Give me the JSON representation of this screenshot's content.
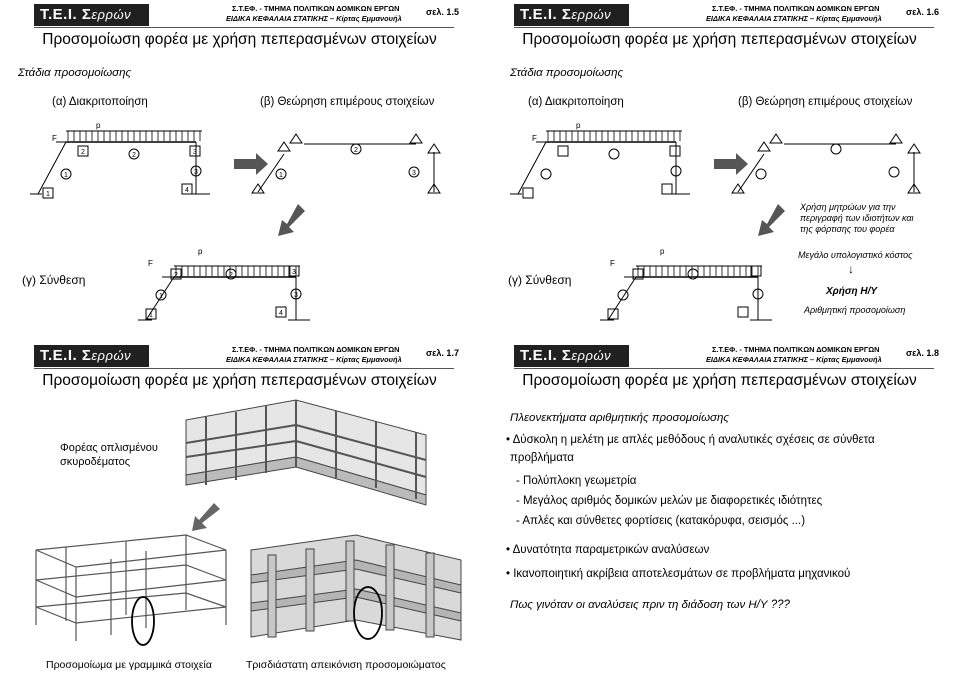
{
  "header": {
    "logo_main": "T.E.I. Σ",
    "logo_sub": "ερρών",
    "dept_line": "Σ.Τ.ΕΦ. - ΤΜΗΜΑ ΠΟΛΙΤΙΚΩΝ ΔΟΜΙΚΩΝ ΕΡΓΩΝ",
    "course_line": "ΕΙΔΙΚΑ ΚΕΦΑΛΑΙΑ ΣΤΑΤΙΚΗΣ – Κίρτας Εμμανουήλ"
  },
  "slides": [
    {
      "page": "σελ. 1.5",
      "title": "Προσομοίωση φορέα με χρήση πεπερασμένων στοιχείων",
      "subtitle": "Στάδια προσομοίωσης",
      "stage_a": "(α) Διακριτοποίηση",
      "stage_b": "(β) Θεώρηση επιμέρους στοιχείων",
      "stage_c": "(γ) Σύνθεση"
    },
    {
      "page": "σελ. 1.6",
      "title": "Προσομοίωση φορέα με χρήση πεπερασμένων στοιχείων",
      "subtitle": "Στάδια προσομοίωσης",
      "stage_a": "(α) Διακριτοποίηση",
      "stage_b": "(β) Θεώρηση επιμέρους στοιχείων",
      "stage_c": "(γ) Σύνθεση",
      "note_1": "Χρήση μητρώων για την",
      "note_2": "περιγραφή των ιδιοτήτων και",
      "note_3": "της φόρτισης του φορέα",
      "cost": "Μεγάλο υπολογιστικό κόστος",
      "computer": "Χρήση Η/Υ",
      "numerical": "Αριθμητική προσομοίωση"
    },
    {
      "page": "σελ. 1.7",
      "title": "Προσομοίωση φορέα με χρήση πεπερασμένων στοιχείων",
      "rc_1": "Φορέας οπλισμένου",
      "rc_2": "σκυροδέματος",
      "caption_left": "Προσομοίωμα με γραμμικά στοιχεία",
      "caption_right": "Τρισδιάστατη απεικόνιση προσομοιώματος"
    },
    {
      "page": "σελ. 1.8",
      "title": "Προσομοίωση φορέα με χρήση πεπερασμένων στοιχείων",
      "adv_heading": "Πλεονεκτήματα αριθμητικής προσομοίωσης",
      "b1_l1": "Δύσκολη η μελέτη με απλές μεθόδους ή αναλυτικές σχέσεις σε σύνθετα",
      "b1_l2": "προβλήματα",
      "d1": "- Πολύπλοκη γεωμετρία",
      "d2": "- Μεγάλος αριθμός δομικών μελών με διαφορετικές ιδιότητες",
      "d3": "- Απλές και σύνθετες φορτίσεις (κατακόρυφα, σεισμός ...)",
      "b2": "Δυνατότητα παραμετρικών αναλύσεων",
      "b3": "Ικανοποιητική ακρίβεια αποτελεσμάτων σε προβλήματα μηχανικού",
      "question": "Πως γινόταν οι αναλύσεις πριν τη διάδοση των Η/Υ ???"
    }
  ],
  "frame_labels": {
    "load": "p",
    "force": "F",
    "n1": "1",
    "n2": "2",
    "n3": "3",
    "n4": "4",
    "c1": "1",
    "c2": "2",
    "c3": "3"
  },
  "bullet": "•"
}
